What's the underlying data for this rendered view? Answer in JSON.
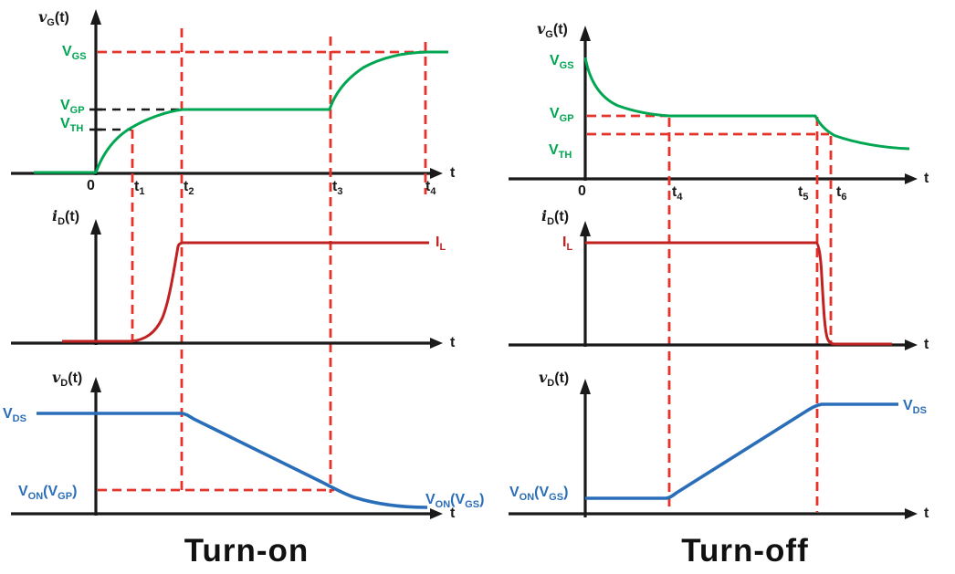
{
  "colors": {
    "green": "#00a651",
    "blue": "#2a6db8",
    "dark_red": "#bf2221",
    "red_dashed": "#e63229",
    "axis_black": "#1a1a1a"
  },
  "turn_on": {
    "title": "Turn-on",
    "gate_plot": {
      "y_axis_label": "v_{G}(t)",
      "x_axis_label": "t",
      "origin_label": "0",
      "level_vgs": "V_{GS}",
      "level_vgp": "V_{GP}",
      "level_vth": "V_{TH}",
      "tick_t1": "t_{1}",
      "tick_t2": "t_{2}",
      "tick_t3": "t_{3}",
      "tick_t4": "t_{4}"
    },
    "drain_current_plot": {
      "y_axis_label": "i_{D}(t)",
      "x_axis_label": "t",
      "level_il": "I_{L}"
    },
    "drain_voltage_plot": {
      "y_axis_label": "v_{D}(t)",
      "x_axis_label": "t",
      "level_vds": "V_{DS}",
      "level_von_vgp": "V_{ON}(V_{GP})",
      "level_von_vgs": "V_{ON}(V_{GS})"
    }
  },
  "turn_off": {
    "title": "Turn-off",
    "gate_plot": {
      "y_axis_label": "v_{G}(t)",
      "x_axis_label": "t",
      "origin_label": "0",
      "level_vgs": "V_{GS}",
      "level_vgp": "V_{GP}",
      "level_vth": "V_{TH}",
      "tick_t4": "t_{4}",
      "tick_t5": "t_{5}",
      "tick_t6": "t_{6}"
    },
    "drain_current_plot": {
      "y_axis_label": "i_{D}(t)",
      "x_axis_label": "t",
      "level_il": "I_{L}"
    },
    "drain_voltage_plot": {
      "y_axis_label": "v_{D}(t)",
      "x_axis_label": "t",
      "level_vds": "V_{DS}",
      "level_von_vgs": "V_{ON}(V_{GS})"
    }
  },
  "waveforms": {
    "turn_on": {
      "gate_voltage": "zero before t=0; exponential rise crossing V_TH at t1; reaches V_GP at t2; Miller plateau at V_GP from t2 to t3; exponential rise reaching V_GS at t4",
      "drain_current": "zero until t1; rises steeply to I_L between t1 and t2; constant at I_L after t2",
      "drain_voltage": "constant at V_DS until t2; linear fall from t2 to t3 down to V_ON(V_GP); settles asymptotically to V_ON(V_GS)"
    },
    "turn_off": {
      "gate_voltage": "starts at V_GS; exponential decay reaching V_GP at t4; Miller plateau at V_GP from t4 to t5; decay after t5 crossing V_TH at t6",
      "drain_current": "constant at I_L until t5; steep fall to zero by t6; zero afterwards",
      "drain_voltage": "constant at V_ON(V_GS) until t4; linear rise from t4 to t5 up to V_DS; constant at V_DS after t5"
    }
  }
}
